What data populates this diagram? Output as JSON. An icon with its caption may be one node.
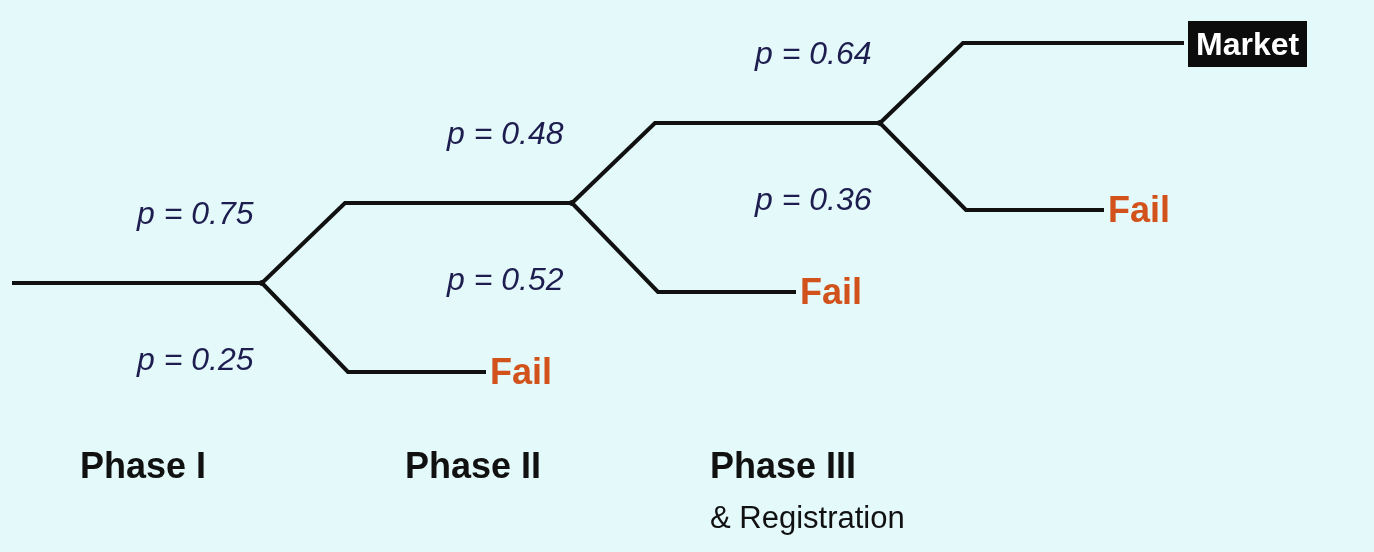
{
  "diagram": {
    "nodes": [
      {
        "text": [],
        "shape": "point"
      },
      {
        "text": [],
        "shape": "point"
      },
      {
        "text": [],
        "shape": "point"
      },
      {
        "text": [
          "Market"
        ]
      },
      {
        "text": [
          "Fail"
        ]
      },
      {
        "text": [
          "Fail"
        ]
      },
      {
        "text": [
          "Fail"
        ]
      }
    ],
    "edges": [
      {
        "from": null,
        "to": 0,
        "arrow": "none"
      },
      {
        "from": 0,
        "to": 1,
        "arrow": "none",
        "label": "p = 0.75"
      },
      {
        "from": 0,
        "to": 4,
        "arrow": "none",
        "label": "p = 0.25"
      },
      {
        "from": 1,
        "to": 2,
        "arrow": "none",
        "label": "p = 0.48"
      },
      {
        "from": 1,
        "to": 5,
        "arrow": "none",
        "label": "p = 0.52"
      },
      {
        "from": 2,
        "to": 3,
        "arrow": "none",
        "label": "p = 0.64"
      },
      {
        "from": 2,
        "to": 6,
        "arrow": "none",
        "label": "p = 0.36"
      }
    ],
    "labels": [
      "Phase I",
      "Phase II",
      "Phase III",
      "& Registration"
    ]
  }
}
